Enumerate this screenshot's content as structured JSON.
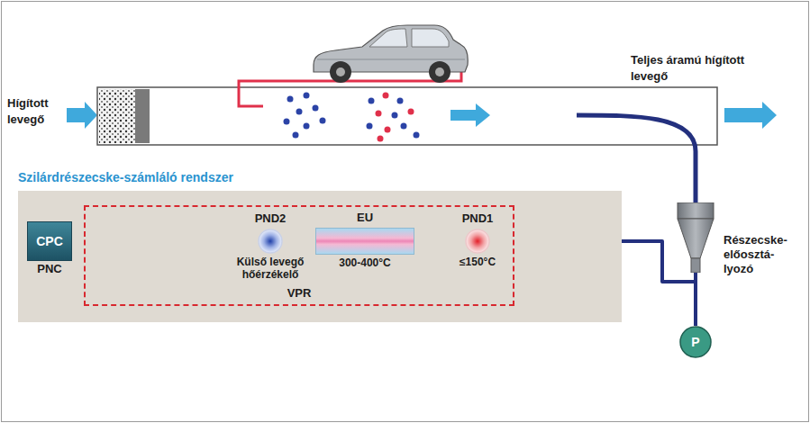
{
  "diagram": {
    "nodes": [
      {
        "text": [
          "Szilárdrészecske-számláló rendszer"
        ]
      },
      {
        "text": [
          "VPR"
        ],
        "in": 0
      },
      {
        "text": [
          "CPC",
          "PNC"
        ],
        "in": 0
      },
      {
        "text": [
          "PND2",
          "Külső levegő hőérzékelő"
        ],
        "in": 1
      },
      {
        "text": [
          "EU",
          "300-400°C"
        ],
        "in": 1
      },
      {
        "text": [
          "PND1",
          "≤150°C"
        ],
        "in": 1
      },
      {
        "text": [
          "Részecske- előosztá- lyozó"
        ]
      },
      {
        "text": [
          "P"
        ]
      }
    ],
    "edges": [
      {
        "from": 6,
        "to": 5,
        "arrow": "none"
      },
      {
        "from": 5,
        "to": 4,
        "arrow": "to"
      },
      {
        "from": 4,
        "to": 3,
        "arrow": "to"
      },
      {
        "from": 3,
        "to": 2,
        "arrow": "none"
      },
      {
        "from": 7,
        "to": 6,
        "arrow": "none"
      }
    ],
    "labels": [
      "Hígított levegő",
      "Teljes áramú hígított levegő"
    ]
  }
}
